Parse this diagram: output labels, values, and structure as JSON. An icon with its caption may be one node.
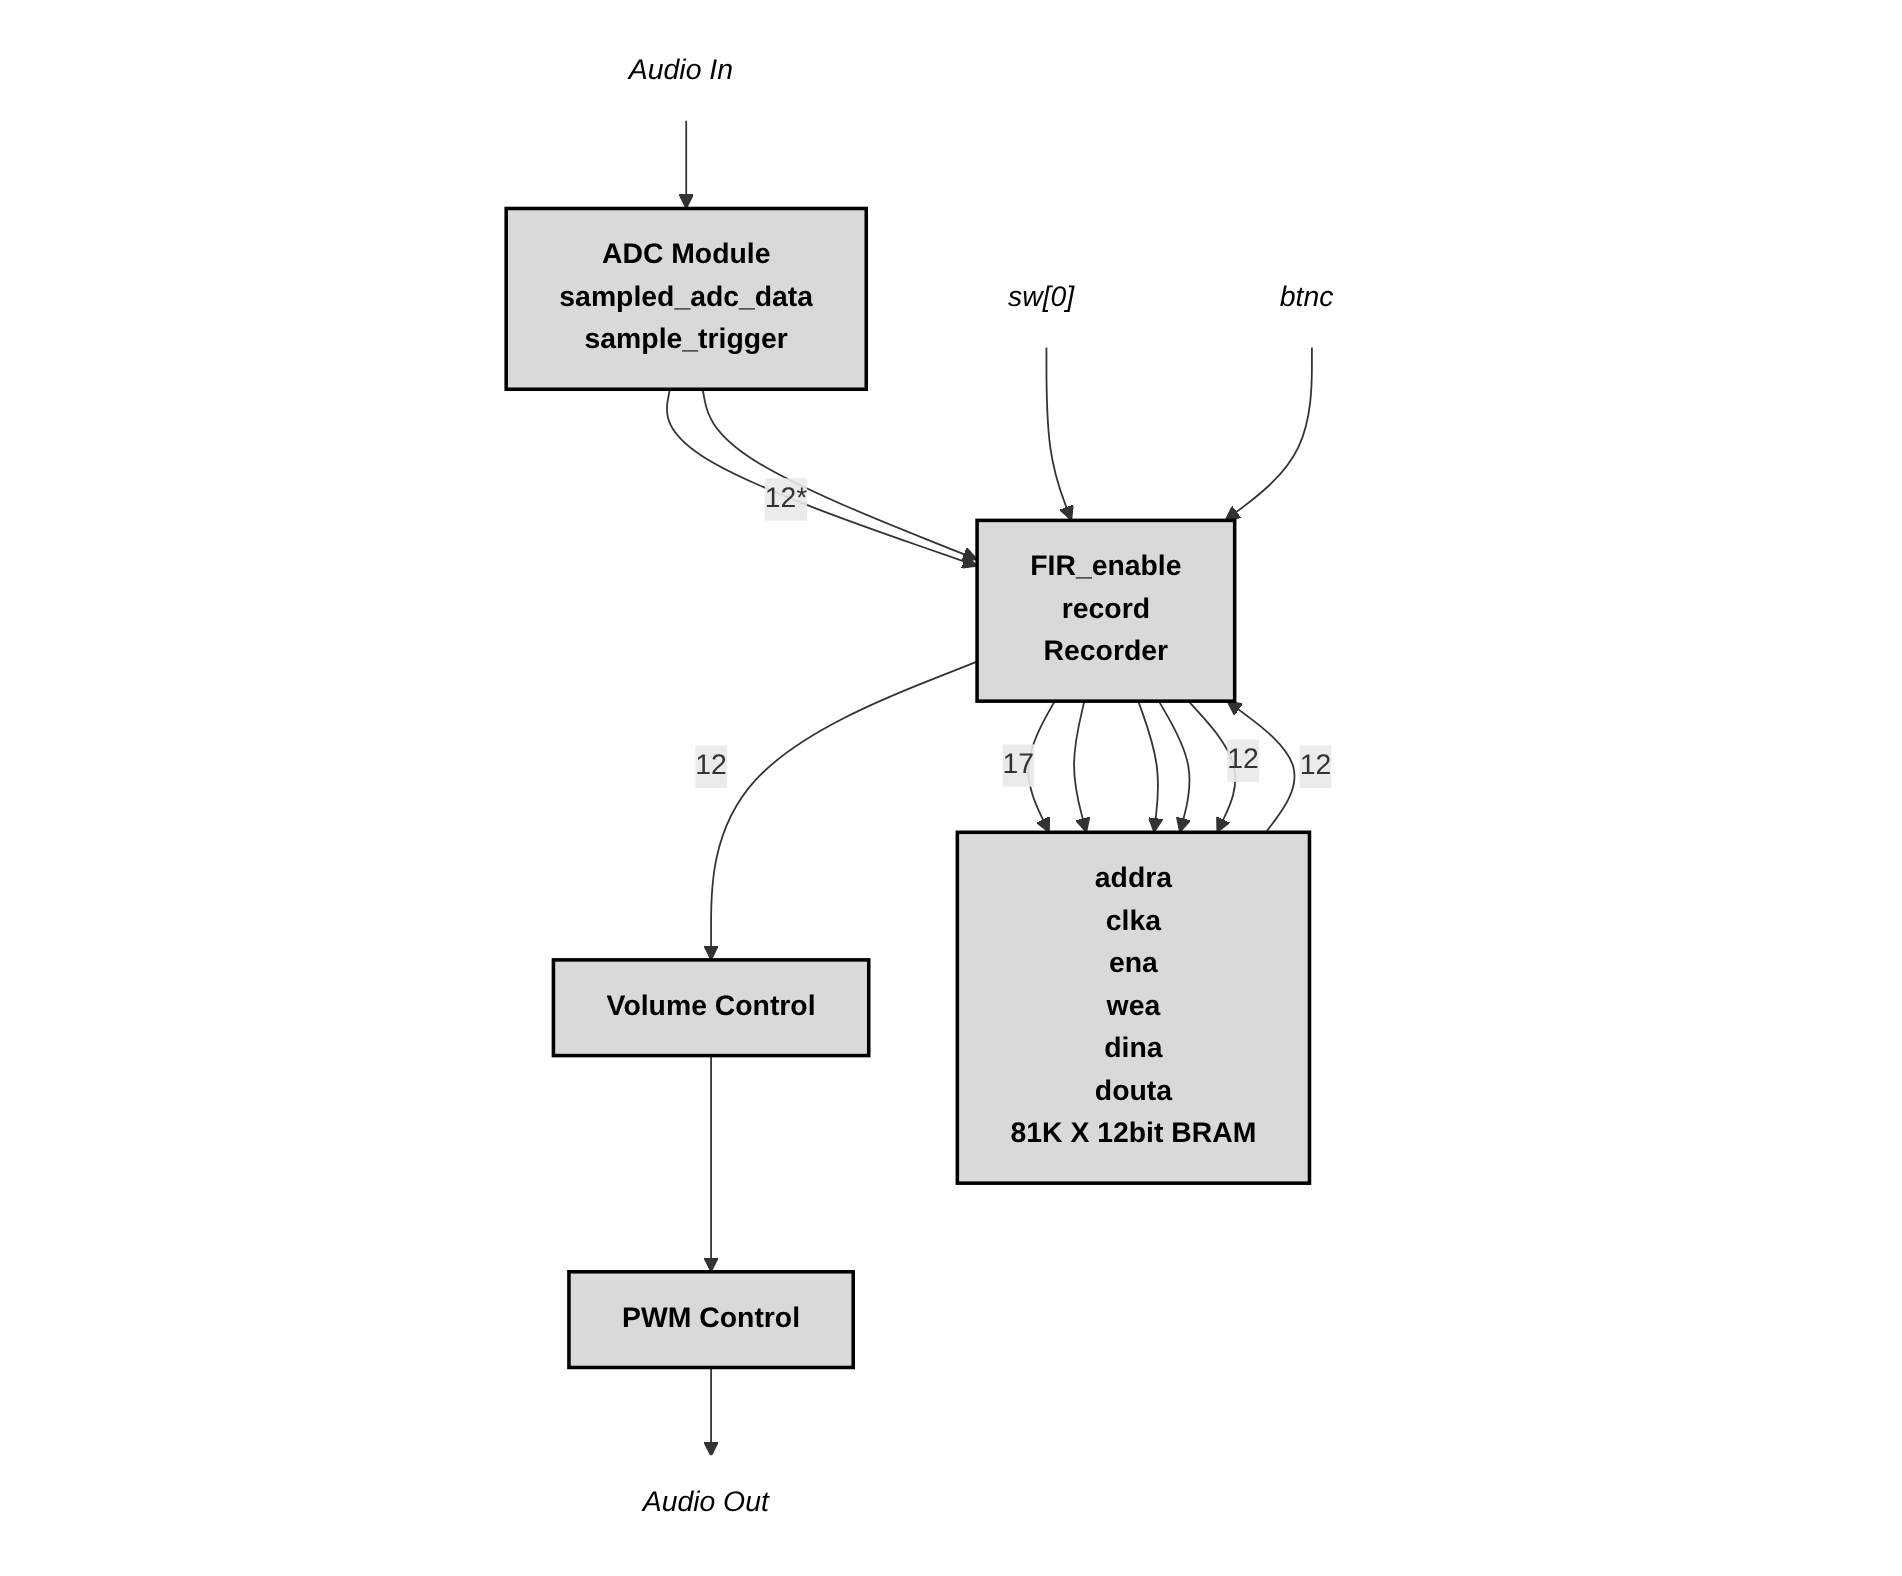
{
  "diagram": {
    "nodes": [
      {
        "text": [
          "ADC Module",
          "sampled_adc_data",
          "sample_trigger"
        ]
      },
      {
        "text": [
          "Audio In"
        ]
      },
      {
        "text": [
          "FIR_enable",
          "record",
          "Recorder"
        ]
      },
      {
        "text": [
          "sw[0]"
        ]
      },
      {
        "text": [
          "btnc"
        ]
      },
      {
        "text": [
          "Volume Control"
        ]
      },
      {
        "text": [
          "PWM Control"
        ]
      },
      {
        "text": [
          "Audio Out"
        ]
      },
      {
        "text": [
          "addra",
          "clka",
          "ena",
          "wea",
          "dina",
          "douta",
          "81K X 12bit BRAM"
        ]
      }
    ],
    "edges": [
      {
        "from": 1,
        "to": 0,
        "arrow": "to"
      },
      {
        "from": 0,
        "to": 2,
        "arrow": "to",
        "label": "12*"
      },
      {
        "from": 0,
        "to": 2,
        "arrow": "to"
      },
      {
        "from": 3,
        "to": 2,
        "arrow": "to"
      },
      {
        "from": 4,
        "to": 2,
        "arrow": "to"
      },
      {
        "from": 2,
        "to": 5,
        "arrow": "to",
        "label": "12"
      },
      {
        "from": 5,
        "to": 6,
        "arrow": "to"
      },
      {
        "from": 6,
        "to": 7,
        "arrow": "to"
      },
      {
        "from": 2,
        "to": 8,
        "arrow": "to",
        "label": "17"
      },
      {
        "from": 2,
        "to": 8,
        "arrow": "to"
      },
      {
        "from": 2,
        "to": 8,
        "arrow": "to"
      },
      {
        "from": 2,
        "to": 8,
        "arrow": "to"
      },
      {
        "from": 2,
        "to": 8,
        "arrow": "to",
        "label": "12"
      },
      {
        "from": 8,
        "to": 2,
        "arrow": "to",
        "label": "12"
      }
    ]
  }
}
